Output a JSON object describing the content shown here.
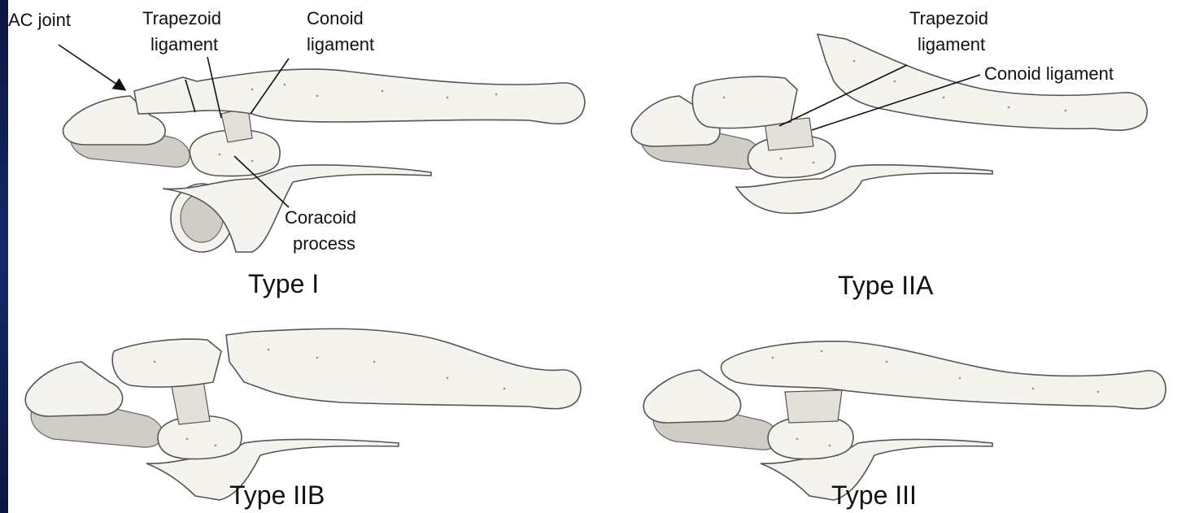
{
  "colors": {
    "background": "#0d1b4a",
    "panel": "#ffffff",
    "bone": "#f4f3ee"
  },
  "panels": {
    "type1": {
      "caption": "Type I",
      "labels": {
        "ac_joint": "AC joint",
        "trapezoid_1": "Trapezoid",
        "trapezoid_2": "ligament",
        "conoid_1": "Conoid",
        "conoid_2": "ligament",
        "coracoid_1": "Coracoid",
        "coracoid_2": "process"
      }
    },
    "type2a": {
      "caption": "Type IIA",
      "labels": {
        "trapezoid_1": "Trapezoid",
        "trapezoid_2": "ligament",
        "conoid": "Conoid ligament"
      }
    },
    "type2b": {
      "caption": "Type IIB"
    },
    "type3": {
      "caption": "Type III"
    }
  }
}
